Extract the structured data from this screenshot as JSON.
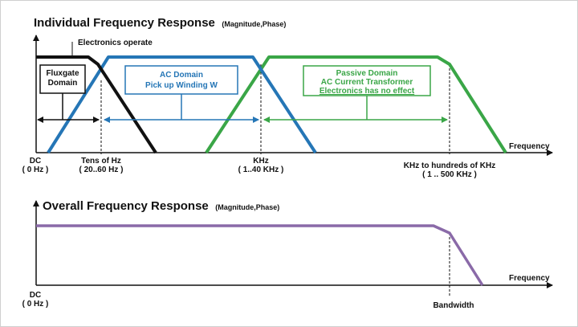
{
  "top": {
    "title": "Individual Frequency Response",
    "title_suffix": "(Magnitude,Phase)",
    "electronics_label": "Electronics operate",
    "fluxgate": {
      "line1": "Fluxgate",
      "line2": "Domain"
    },
    "ac_domain": {
      "line1": "AC Domain",
      "line2": "Pick up Winding W"
    },
    "passive_domain": {
      "line1": "Passive Domain",
      "line2": "AC Current Transformer",
      "line3": "Electronics has no effect"
    },
    "x_axis_label": "Frequency",
    "ticks": [
      {
        "line1": "DC",
        "line2": "( 0 Hz )"
      },
      {
        "line1": "Tens of Hz",
        "line2": "( 20..60 Hz )"
      },
      {
        "line1": "KHz",
        "line2": "( 1..40 KHz )"
      },
      {
        "line1": "KHz to hundreds of KHz",
        "line2": "( 1 .. 500 KHz )"
      }
    ]
  },
  "bottom": {
    "title": "Overall Frequency Response",
    "title_suffix": "(Magnitude,Phase)",
    "x_axis_label": "Frequency",
    "dc": {
      "line1": "DC",
      "line2": "( 0 Hz )"
    },
    "bandwidth_label": "Bandwidth"
  },
  "colors": {
    "fluxgate": "#111111",
    "ac_domain": "#2576b6",
    "passive_domain": "#3aa647",
    "overall": "#8a6aa8"
  }
}
